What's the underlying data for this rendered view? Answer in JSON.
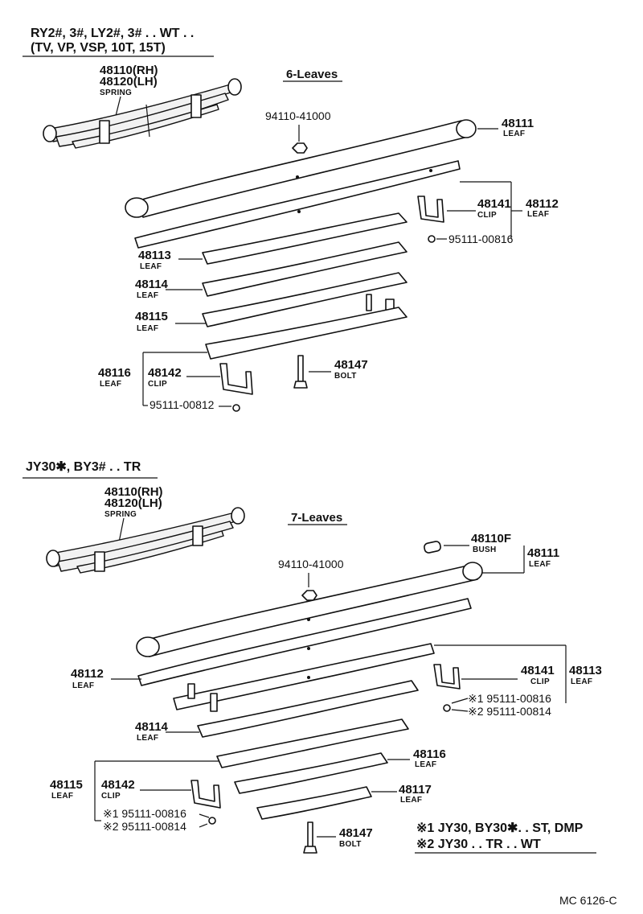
{
  "top": {
    "header_line1": "RY2#, 3#, LY2#, 3# . . WT . .",
    "header_line2": "(TV, VP, VSP, 10T, 15T)",
    "assembly": {
      "rh": "48110(RH)",
      "lh": "48120(LH)",
      "name": "SPRING"
    },
    "leaves_title": "6-Leaves",
    "nut": "94110-41000",
    "leaf_48111": {
      "num": "48111",
      "name": "LEAF"
    },
    "leaf_48112": {
      "num": "48112",
      "name": "LEAF"
    },
    "clip_48141": {
      "num": "48141",
      "name": "CLIP"
    },
    "rivet_1": "95111-00816",
    "leaf_48113": {
      "num": "48113",
      "name": "LEAF"
    },
    "leaf_48114": {
      "num": "48114",
      "name": "LEAF"
    },
    "leaf_48115": {
      "num": "48115",
      "name": "LEAF"
    },
    "leaf_48116": {
      "num": "48116",
      "name": "LEAF"
    },
    "clip_48142": {
      "num": "48142",
      "name": "CLIP"
    },
    "rivet_2": "95111-00812",
    "bolt_48147": {
      "num": "48147",
      "name": "BOLT"
    }
  },
  "bottom": {
    "header": "JY30✱, BY3# . . TR",
    "assembly": {
      "rh": "48110(RH)",
      "lh": "48120(LH)",
      "name": "SPRING"
    },
    "leaves_title": "7-Leaves",
    "nut": "94110-41000",
    "bush": {
      "num": "48110F",
      "name": "BUSH"
    },
    "leaf_48111": {
      "num": "48111",
      "name": "LEAF"
    },
    "leaf_48112": {
      "num": "48112",
      "name": "LEAF"
    },
    "clip_48141": {
      "num": "48141",
      "name": "CLIP"
    },
    "leaf_48113": {
      "num": "48113",
      "name": "LEAF"
    },
    "rivet_a1": "※1 95111-00816",
    "rivet_a2": "※2 95111-00814",
    "leaf_48114": {
      "num": "48114",
      "name": "LEAF"
    },
    "leaf_48116": {
      "num": "48116",
      "name": "LEAF"
    },
    "leaf_48117": {
      "num": "48117",
      "name": "LEAF"
    },
    "leaf_48115": {
      "num": "48115",
      "name": "LEAF"
    },
    "clip_48142": {
      "num": "48142",
      "name": "CLIP"
    },
    "rivet_b1": "※1 95111-00816",
    "rivet_b2": "※2 95111-00814",
    "bolt_48147": {
      "num": "48147",
      "name": "BOLT"
    },
    "note_1": "※1 JY30, BY30✱. . ST, DMP",
    "note_2": "※2 JY30 . . TR . . WT"
  },
  "code": "MC 6126-C"
}
